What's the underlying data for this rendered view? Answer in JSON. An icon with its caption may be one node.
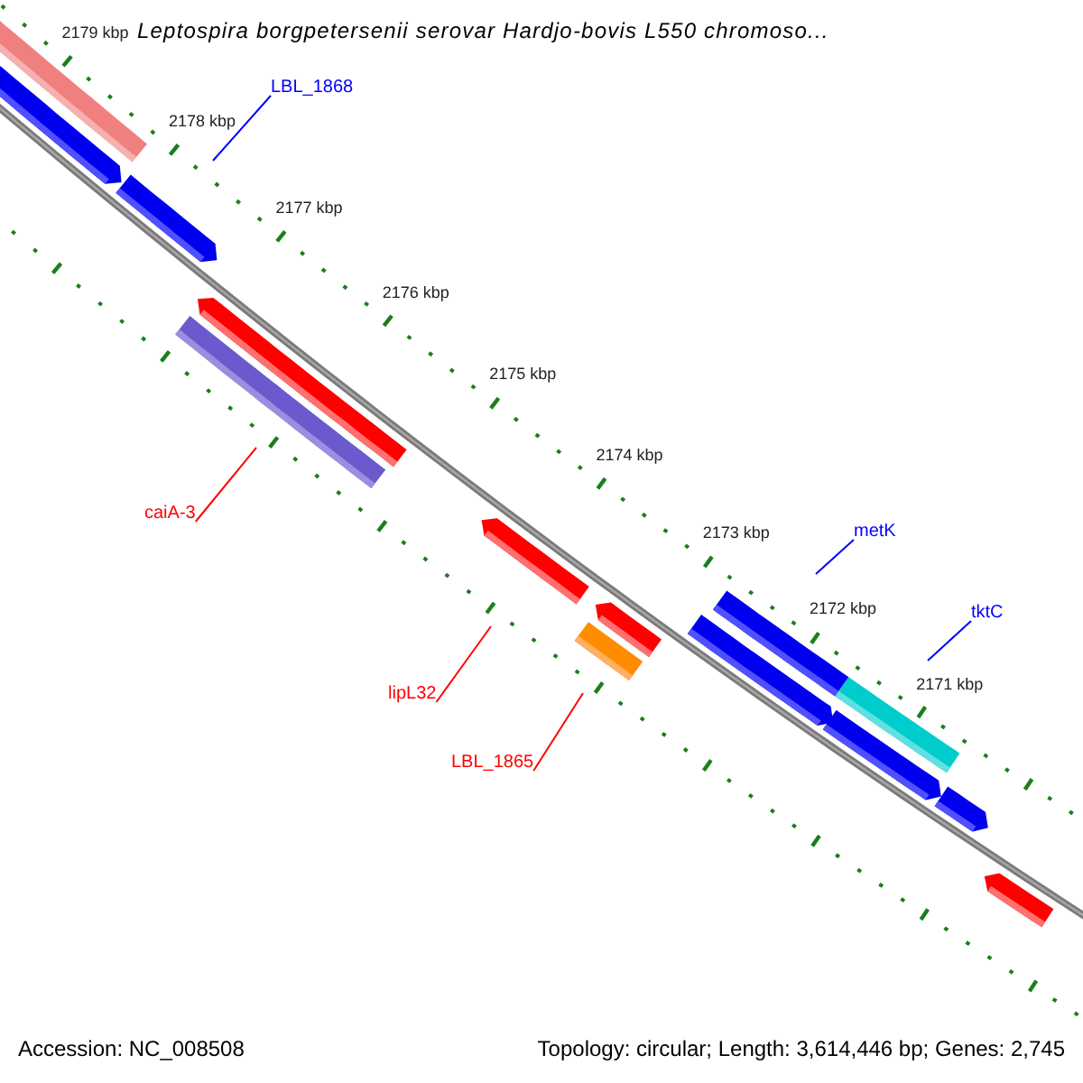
{
  "diagram": {
    "title": "Leptospira borgpetersenii serovar Hardjo-bovis L550 chromoso...",
    "nodes": [
      {
        "text": [
          "LBL_1868"
        ]
      },
      {
        "text": [
          "caiA-3"
        ]
      },
      {
        "text": [
          "lipL32"
        ]
      },
      {
        "text": [
          "LBL_1865"
        ]
      },
      {
        "text": [
          "metK"
        ]
      },
      {
        "text": [
          "tktC"
        ]
      }
    ],
    "edges": [
      {
        "from": 0,
        "to": null,
        "arrow": "none"
      },
      {
        "from": 1,
        "to": null,
        "arrow": "none",
        "color": "#ff0000"
      },
      {
        "from": 2,
        "to": null,
        "arrow": "none",
        "color": "#ff0000"
      },
      {
        "from": 3,
        "to": null,
        "arrow": "none",
        "color": "#ff0000"
      },
      {
        "from": 4,
        "to": null,
        "arrow": "none"
      },
      {
        "from": 5,
        "to": null,
        "arrow": "none"
      }
    ],
    "labels": [
      "2179 kbp",
      "2178 kbp",
      "2177 kbp",
      "2176 kbp",
      "2175 kbp",
      "2174 kbp",
      "2173 kbp",
      "2172 kbp",
      "2171 kbp",
      "Accession: NC_008508",
      "Topology: circular; Length: 3,614,446 bp; Genes: 2,745"
    ]
  }
}
